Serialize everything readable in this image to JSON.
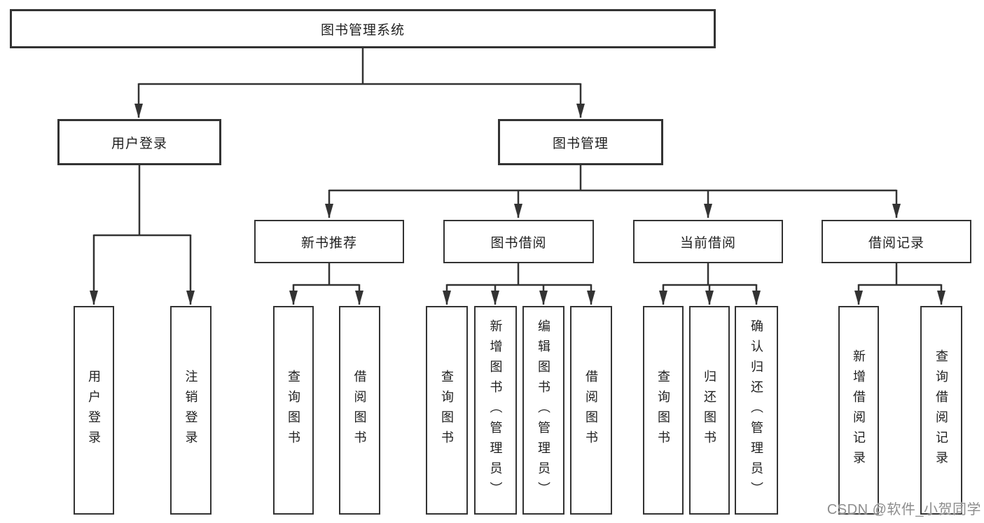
{
  "nodes": {
    "root": "图书管理系统",
    "user_login": "用户登录",
    "book_mgmt": "图书管理",
    "new_book": "新书推荐",
    "book_borrow": "图书借阅",
    "current_borrow": "当前借阅",
    "borrow_records": "借阅记录",
    "leaf_user_login": "用户登录",
    "leaf_logout": "注销登录",
    "leaf_nb_query": "查询图书",
    "leaf_nb_borrow": "借阅图书",
    "leaf_bb_query": "查询图书",
    "leaf_bb_add": "新增图书（管理员）",
    "leaf_bb_edit": "编辑图书（管理员）",
    "leaf_bb_borrow": "借阅图书",
    "leaf_cb_query": "查询图书",
    "leaf_cb_return": "归还图书",
    "leaf_cb_confirm": "确认归还（管理员）",
    "leaf_br_add": "新增借阅记录",
    "leaf_br_query": "查询借阅记录"
  },
  "watermark": "CSDN @软件_小贺同学",
  "colors": {
    "line": "#333333",
    "box_border": "#333333",
    "box_fill": "#ffffff",
    "text": "#1f1f1f",
    "watermark": "#8d8d8d"
  }
}
